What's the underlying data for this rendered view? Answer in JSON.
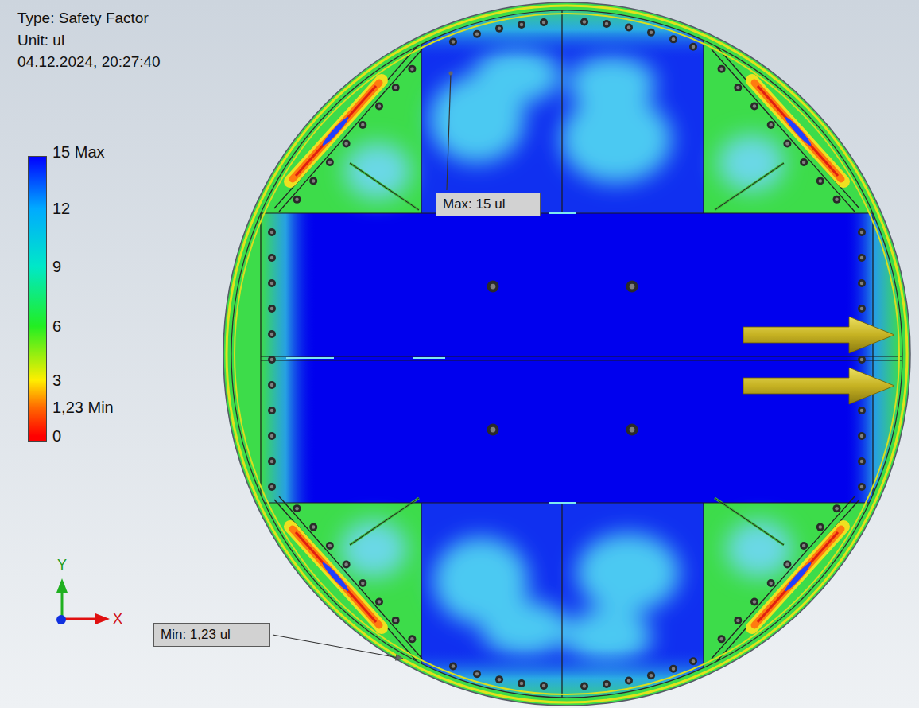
{
  "diagram": {
    "nodes": [
      {
        "text": [
          "Max: 15 ul"
        ]
      },
      {
        "text": [
          "Min: 1,23 ul"
        ]
      }
    ],
    "labels": [
      "Type: Safety Factor",
      "Unit: ul",
      "04.12.2024, 20:27:40",
      "Y",
      "X"
    ],
    "legend": [
      {
        "text": "15 Max",
        "color": "#0000ff"
      },
      {
        "text": "12",
        "color": "#00aaff"
      },
      {
        "text": "9",
        "color": "#00e8c8"
      },
      {
        "text": "6",
        "color": "#22ee22"
      },
      {
        "text": "3",
        "color": "#ffee00"
      },
      {
        "text": "1,23 Min",
        "color": "#ff6a00"
      },
      {
        "text": "0",
        "color": "#ff0000"
      }
    ]
  }
}
